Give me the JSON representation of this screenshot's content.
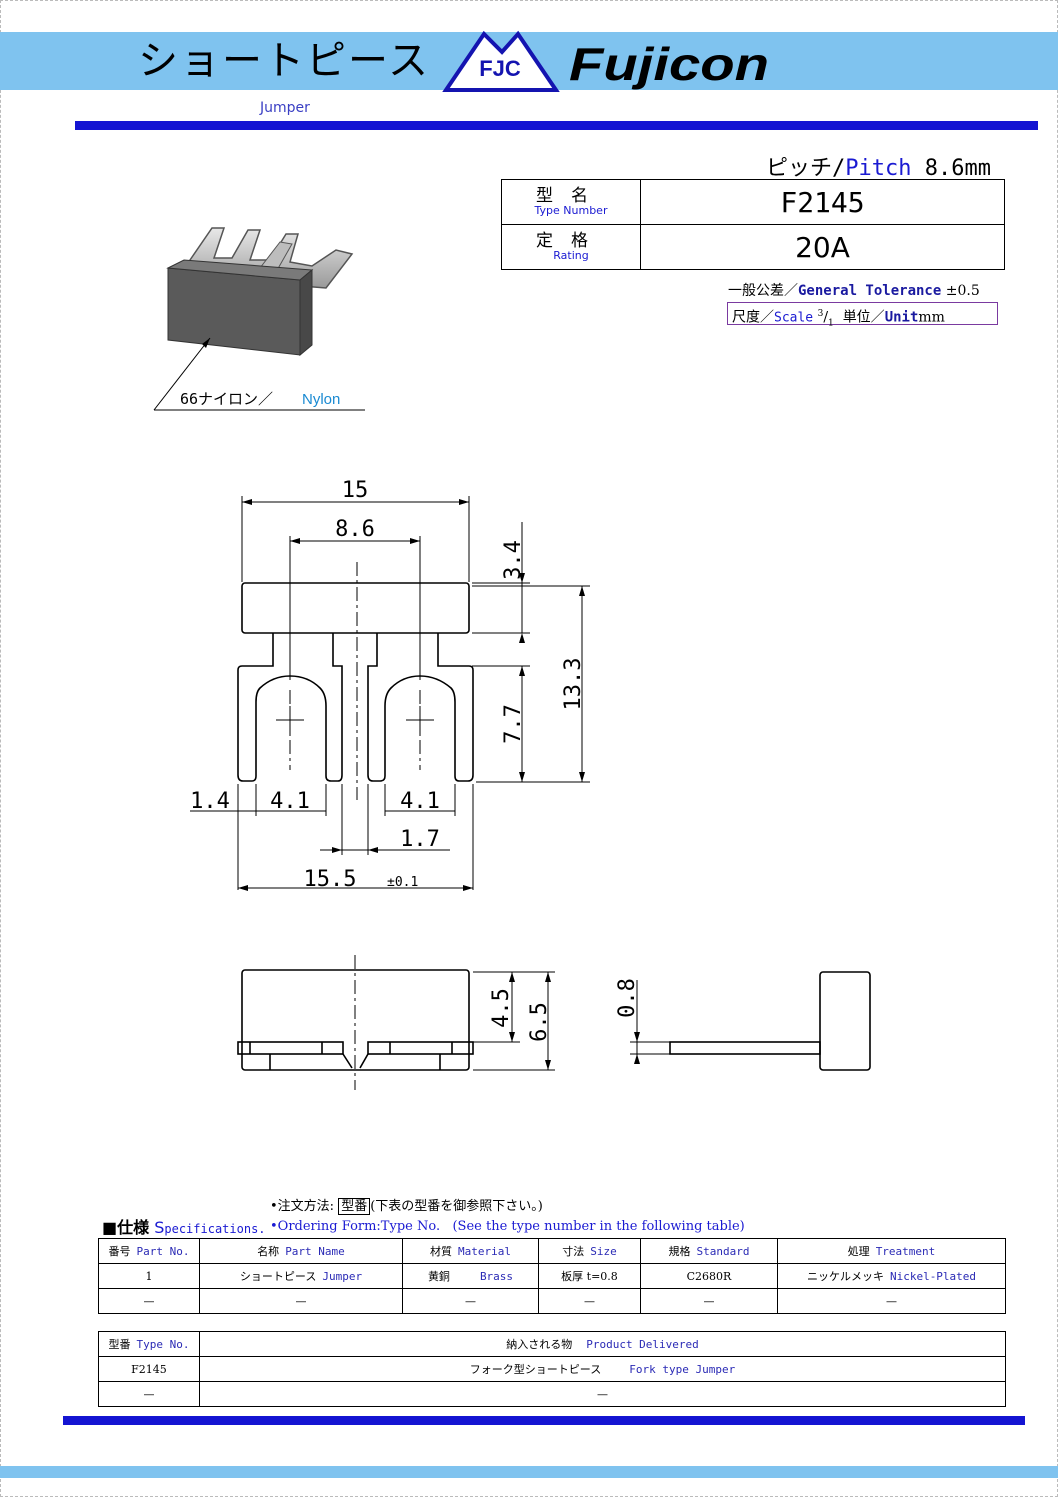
{
  "header": {
    "title_jp": "ショートピース",
    "logo_text": "FJC",
    "brand": "Fujicon",
    "subtitle": "Jumper"
  },
  "pitch": {
    "label_jp": "ピッチ/",
    "label_en": "Pitch",
    "value": "8.6mm"
  },
  "type_table": {
    "type_label_jp": "型名",
    "type_label_en": "Type Number",
    "type_value": "F2145",
    "rating_label_jp": "定格",
    "rating_label_en": "Rating",
    "rating_value": "20A"
  },
  "tolerance": {
    "label_jp": "一般公差／",
    "label_en": "General Tolerance",
    "value": "±0.5"
  },
  "scale": {
    "label_jp": "尺度／",
    "label_en": "Scale",
    "num": "3",
    "den": "1",
    "unit_label_jp": "単位／",
    "unit_label_en": "Unit",
    "unit": "mm"
  },
  "photo_callout": {
    "material_jp": "66ナイロン／",
    "material_en": "Nylon"
  },
  "dimensions": {
    "overall_width": "15",
    "pitch": "8.6",
    "body_height": "3.4",
    "total_height": "13.3",
    "fork_depth": "7.7",
    "leg_width": "1.4",
    "slot_width_left": "4.1",
    "slot_width_right": "4.1",
    "center_gap": "1.7",
    "lead_span": "15.5",
    "lead_span_tol": "±0.1",
    "side_inner_height": "4.5",
    "side_total_height": "6.5",
    "plate_thickness": "0.8"
  },
  "ordering": {
    "line1_prefix": "•注文方法:",
    "line1_box": "型番",
    "line1_suffix": "(下表の型番を御参照下さい。)",
    "line2": "•Ordering Form:Type No.   (See the type number in the following table)"
  },
  "specs_heading": {
    "jp": "■仕様",
    "en_initial": "S",
    "en_rest": "pecifications."
  },
  "spec_table": {
    "headers": [
      {
        "jp": "番号",
        "en": "Part No."
      },
      {
        "jp": "名称",
        "en": "Part Name"
      },
      {
        "jp": "材質",
        "en": "Material"
      },
      {
        "jp": "寸法",
        "en": "Size"
      },
      {
        "jp": "規格",
        "en": "Standard"
      },
      {
        "jp": "処理",
        "en": "Treatment"
      }
    ],
    "rows": [
      [
        {
          "jp": "1",
          "en": ""
        },
        {
          "jp": "ショートピース",
          "en": "Jumper"
        },
        {
          "jp": "黄銅",
          "en": "Brass"
        },
        {
          "jp": "板厚 t=0.8",
          "en": ""
        },
        {
          "jp": "C2680R",
          "en": ""
        },
        {
          "jp": "ニッケルメッキ",
          "en": "Nickel-Plated"
        }
      ],
      [
        {
          "jp": "—",
          "en": ""
        },
        {
          "jp": "—",
          "en": ""
        },
        {
          "jp": "—",
          "en": ""
        },
        {
          "jp": "—",
          "en": ""
        },
        {
          "jp": "—",
          "en": ""
        },
        {
          "jp": "—",
          "en": ""
        }
      ]
    ]
  },
  "delivery_table": {
    "headers": [
      {
        "jp": "型番",
        "en": "Type No."
      },
      {
        "jp": "納入される物",
        "en": "Product Delivered"
      }
    ],
    "rows": [
      [
        {
          "jp": "F2145",
          "en": ""
        },
        {
          "jp": "フォーク型ショートピース",
          "en": "Fork type Jumper"
        }
      ],
      [
        {
          "jp": "—",
          "en": ""
        },
        {
          "jp": "—",
          "en": ""
        }
      ]
    ]
  }
}
